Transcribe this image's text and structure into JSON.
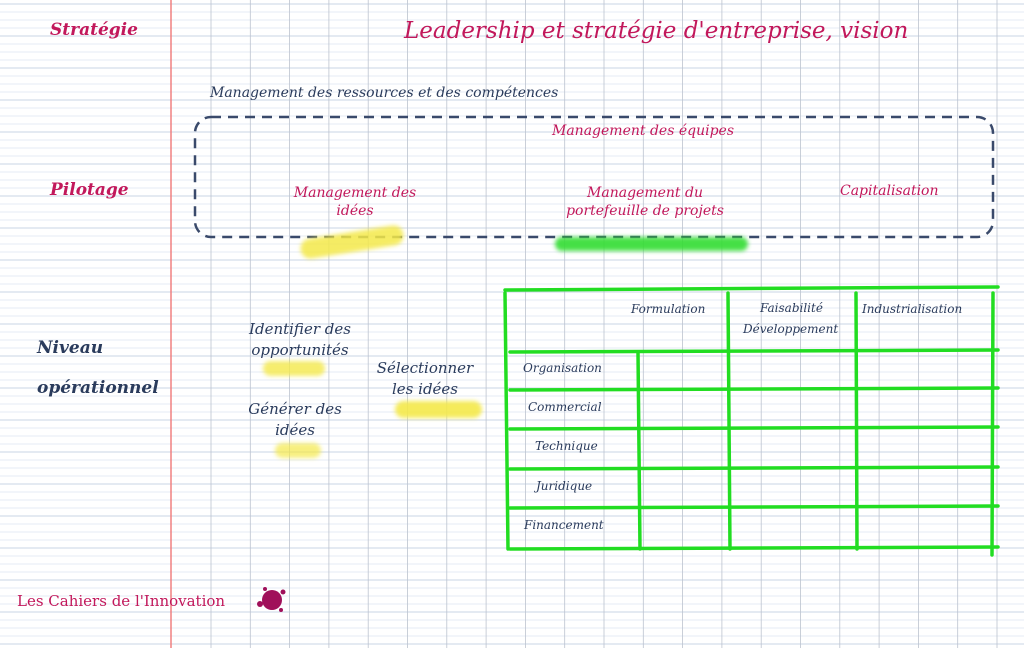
{
  "levels": {
    "strategie": "Stratégie",
    "pilotage": "Pilotage",
    "operational_line1": "Niveau",
    "operational_line2": "opérationnel"
  },
  "strategie_title": "Leadership et stratégie d'entreprise, vision",
  "pilotage": {
    "resources": "Management des ressources et des compétences",
    "teams": "Management des équipes",
    "ideas_line1": "Management des",
    "ideas_line2": "idées",
    "portfolio_line1": "Management du",
    "portfolio_line2": "portefeuille de projets",
    "capitalisation": "Capitalisation"
  },
  "operational": {
    "identify_line1": "Identifier des",
    "identify_line2": "opportunités",
    "generate_line1": "Générer des",
    "generate_line2": "idées",
    "select_line1": "Sélectionner",
    "select_line2": "les idées"
  },
  "matrix": {
    "col_formulation": "Formulation",
    "col_feasibility": "Faisabilité",
    "col_development": "Développement",
    "col_industrialisation": "Industrialisation",
    "rows": [
      "Organisation",
      "Commercial",
      "Technique",
      "Juridique",
      "Financement"
    ]
  },
  "footer": "Les Cahiers de l'Innovation",
  "colors": {
    "title_pink": "#c2185b",
    "navy_text": "#2a3b5c",
    "grid_green": "#22dd22",
    "highlight_yellow": "#f4e94a",
    "highlight_green": "#33dd33",
    "margin_red": "#f08080",
    "ink_blot": "#a0105a"
  }
}
